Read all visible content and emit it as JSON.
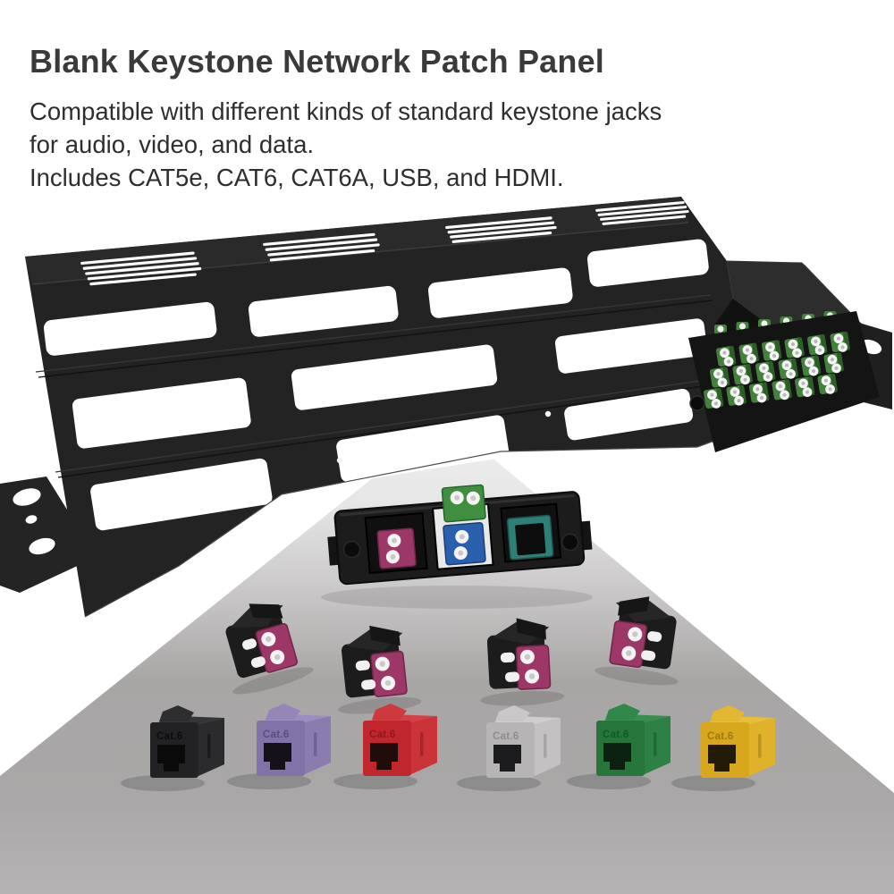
{
  "header": {
    "title": "Blank Keystone Network Patch Panel",
    "description_lines": [
      "Compatible with different kinds of standard keystone jacks",
      "for audio, video, and data.",
      "Includes CAT5e, CAT6, CAT6A, USB, and HDMI."
    ],
    "title_color": "#3a3a3a",
    "body_color": "#2e2e2e"
  },
  "scene": {
    "background_color": "#ffffff",
    "spotlight_colors": [
      "#f2f2f2",
      "#c6c4c4",
      "#a8a5a5",
      "#b5b3b3"
    ],
    "panel": {
      "name": "1U blank keystone network patch panel",
      "body_color": "#232323",
      "fiber_block": {
        "plate_color": "#141414",
        "adapter_color": "#44813c",
        "ferrule_color": "#f5f5f5",
        "rows": 3,
        "cols": 6
      }
    },
    "module": {
      "plate_color": "#1c1c1c",
      "magenta": "#9c3767",
      "green": "#3f8f3e",
      "blue": "#2a5fae",
      "teal": "#2e7f76"
    },
    "lc_jacks": {
      "count": 4,
      "body_color": "#1c1c1c",
      "adapter_color": "#9c3767",
      "ferrule_color": "#f4f4f4"
    }
  },
  "couplers": {
    "items": [
      {
        "name": "black",
        "label": "Cat.6",
        "colors": {
          "face": "#222224",
          "side": "#2b2b2d",
          "top": "#343436",
          "latch": "#2e2e30",
          "text": "#0d0d0d",
          "port": "#0a0a0a"
        }
      },
      {
        "name": "purple",
        "label": "Cat.6",
        "colors": {
          "face": "#8172a8",
          "side": "#8b7cb0",
          "top": "#9c8ec0",
          "latch": "#9487b8",
          "text": "#5b4d82",
          "port": "#151217"
        }
      },
      {
        "name": "red",
        "label": "Cat.6",
        "colors": {
          "face": "#c0262b",
          "side": "#ca3338",
          "top": "#d44045",
          "latch": "#ce393e",
          "text": "#8c181c",
          "port": "#210c0c"
        }
      },
      {
        "name": "gray",
        "label": "Cat.6",
        "colors": {
          "face": "#b6b4b5",
          "side": "#c3c1c2",
          "top": "#cfcdce",
          "latch": "#c9c7c8",
          "text": "#8e8c8d",
          "port": "#1c1c1e"
        }
      },
      {
        "name": "green",
        "label": "Cat.6",
        "colors": {
          "face": "#26753b",
          "side": "#2e8145",
          "top": "#388d50",
          "latch": "#32874a",
          "text": "#15562c",
          "port": "#0c2012"
        }
      },
      {
        "name": "yellow",
        "label": "Cat.6",
        "colors": {
          "face": "#d7a71e",
          "side": "#e0b22c",
          "top": "#e8bd3a",
          "latch": "#e3b732",
          "text": "#9c7a12",
          "port": "#211b08"
        }
      }
    ]
  }
}
